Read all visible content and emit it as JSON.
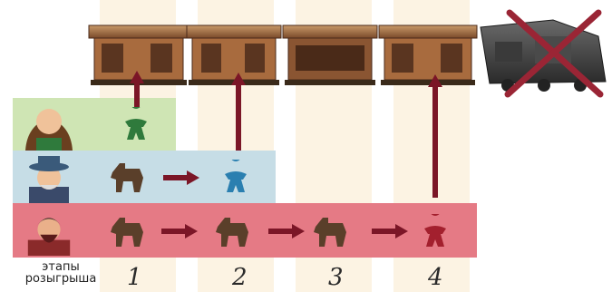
{
  "stage_label_line1": "этапы",
  "stage_label_line2": "розыгрыша",
  "stages": [
    "1",
    "2",
    "3",
    "4"
  ],
  "colors": {
    "green_band": "#cfe5b4",
    "blue_band": "#c6dde6",
    "red_band": "#e57a85",
    "column_tint": "#fbefd9",
    "arrow": "#7b1627",
    "horse": "#5a3f2a",
    "meeple_green": "#2f7a3c",
    "meeple_blue": "#2a7fb0",
    "meeple_red": "#a3202e",
    "cross": "#9a2535"
  },
  "icons": [
    "train-car",
    "horse-meeple",
    "person-meeple",
    "arrow-right",
    "arrow-up",
    "cross-out"
  ]
}
